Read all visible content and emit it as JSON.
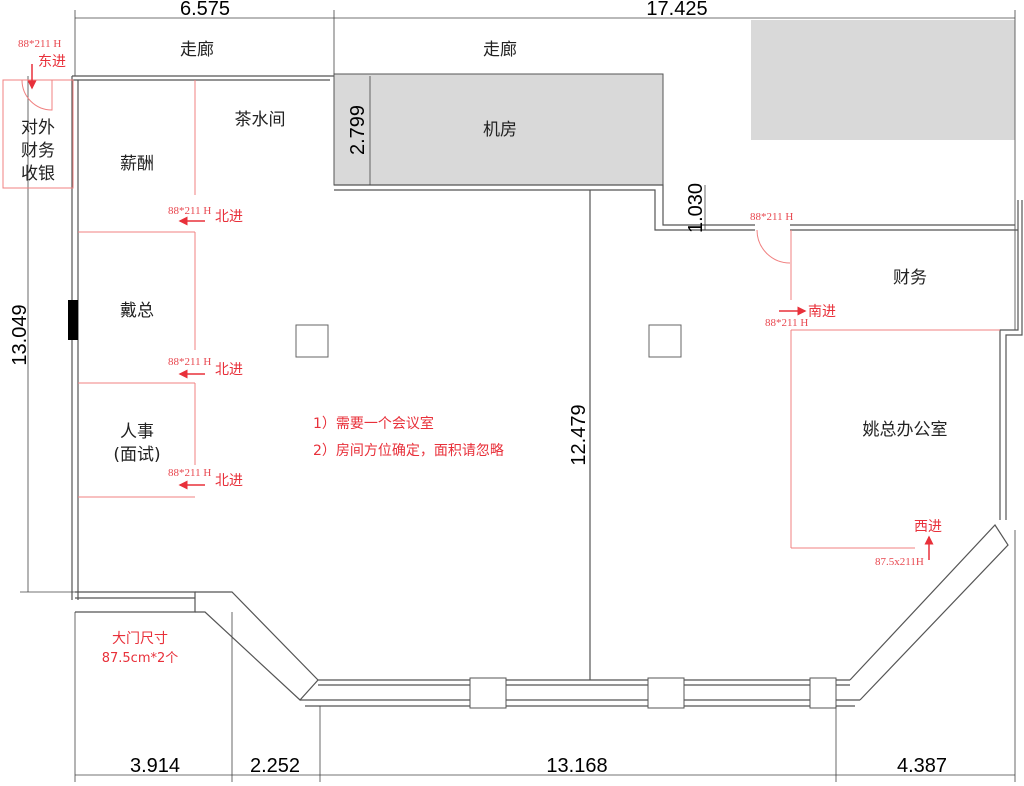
{
  "dimensions": {
    "top": [
      "6.575",
      "17.425"
    ],
    "left": "13.049",
    "bottom": [
      "3.914",
      "2.252",
      "13.168",
      "4.387"
    ],
    "machine_room_height": "2.799",
    "step_height": "1.030",
    "center_height": "12.479"
  },
  "rooms": {
    "corridor_left": "走廊",
    "corridor_right": "走廊",
    "machine_room": "机房",
    "tea_room": "茶水间",
    "salary": "薪酬",
    "cashier": [
      "对外",
      "财务",
      "收银"
    ],
    "dai": "戴总",
    "hr": [
      "人事",
      "(面试)"
    ],
    "finance": "财务",
    "yao_office": "姚总办公室"
  },
  "doors": {
    "cashier": {
      "size": "88*211 H",
      "label": "东进"
    },
    "salary": {
      "size": "88*211 H",
      "label": "北进"
    },
    "dai": {
      "size": "88*211 H",
      "label": "北进"
    },
    "hr": {
      "size": "88*211 H",
      "label": "北进"
    },
    "finance_top": {
      "size": "88*211 H"
    },
    "finance": {
      "size": "88*211 H",
      "label": "南进"
    },
    "yao": {
      "size": "87.5x211H",
      "label": "西进"
    },
    "main": [
      "大门尺寸",
      "87.5cm*2个"
    ]
  },
  "notes": [
    "1）需要一个会议室",
    "2）房间方位确定，面积请忽略"
  ],
  "colors": {
    "annotation": "#e8303a",
    "gray_block": "#d9d9d9"
  }
}
